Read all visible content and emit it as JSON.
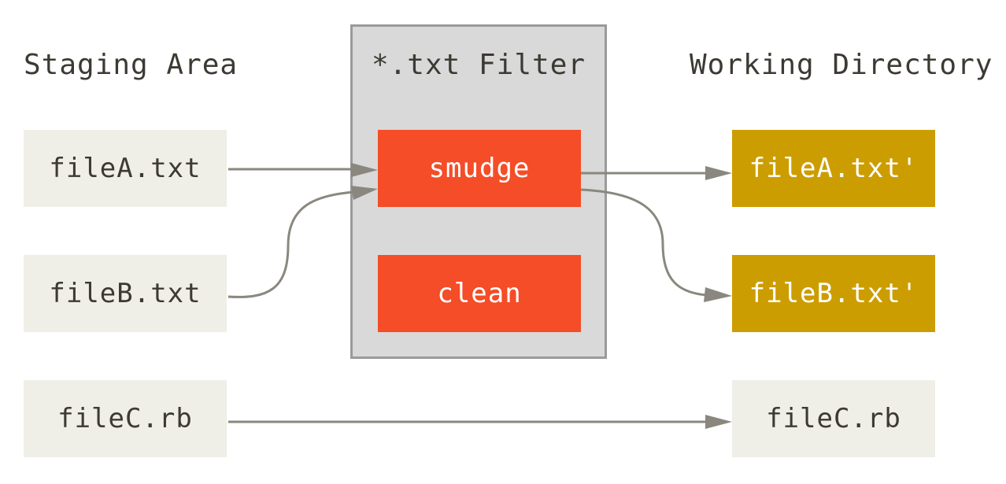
{
  "staging_area": {
    "title": "Staging Area",
    "files": [
      "fileA.txt",
      "fileB.txt",
      "fileC.rb"
    ]
  },
  "filter": {
    "title": "*.txt Filter",
    "operations": [
      "smudge",
      "clean"
    ]
  },
  "working_directory": {
    "title": "Working Directory",
    "files": [
      "fileA.txt'",
      "fileB.txt'",
      "fileC.rb"
    ]
  },
  "colors": {
    "file_box": "#efeee7",
    "filter_panel": "#d9d9d9",
    "operation_box": "#f44d27",
    "filtered_output": "#cc9d00",
    "arrow": "#8a877e",
    "text": "#3d3a34"
  }
}
